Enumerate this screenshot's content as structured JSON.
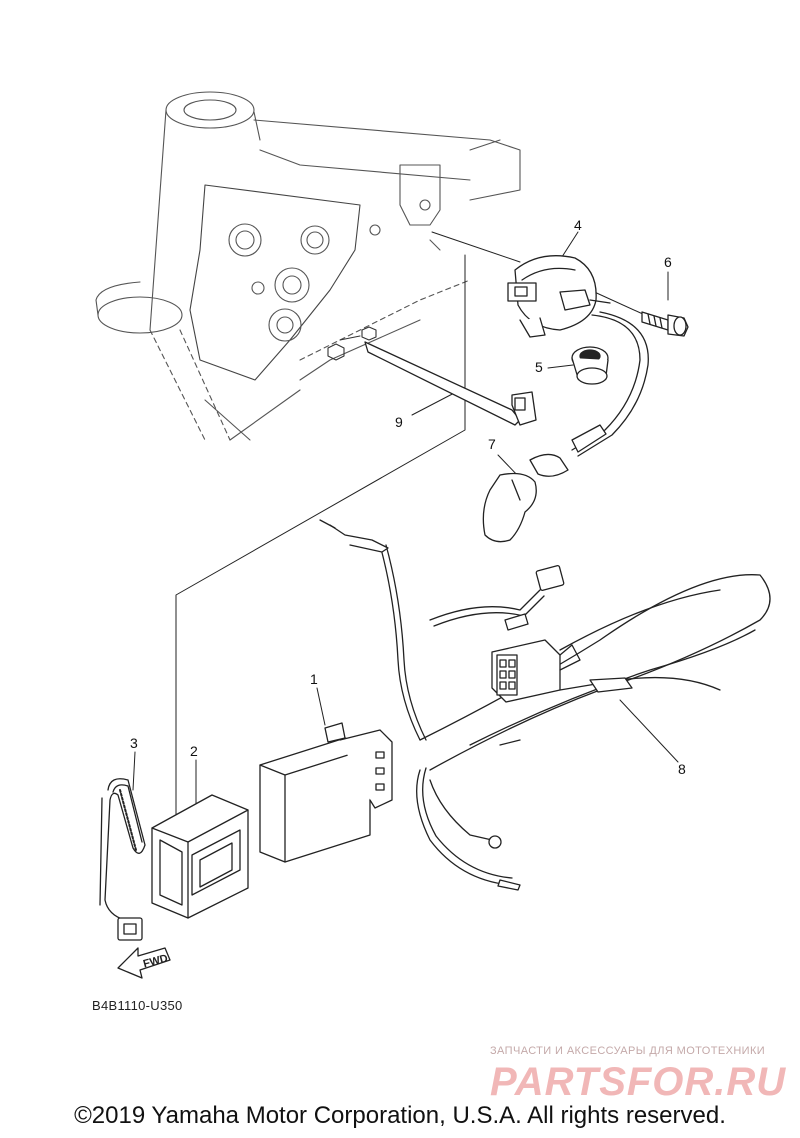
{
  "callouts": {
    "c1": "1",
    "c2": "2",
    "c3": "3",
    "c4": "4",
    "c5": "5",
    "c6": "6",
    "c7": "7",
    "c8": "8",
    "c9": "9"
  },
  "fwd_label": "FWD",
  "diagram_code": "B4B1110-U350",
  "watermark": {
    "tagline": "ЗАПЧАСТИ И АКСЕССУАРЫ ДЛЯ МОТОТЕХНИКИ",
    "brand": "PARTSFOR.RU"
  },
  "copyright": "©2019 Yamaha Motor Corporation, U.S.A. All rights reserved."
}
